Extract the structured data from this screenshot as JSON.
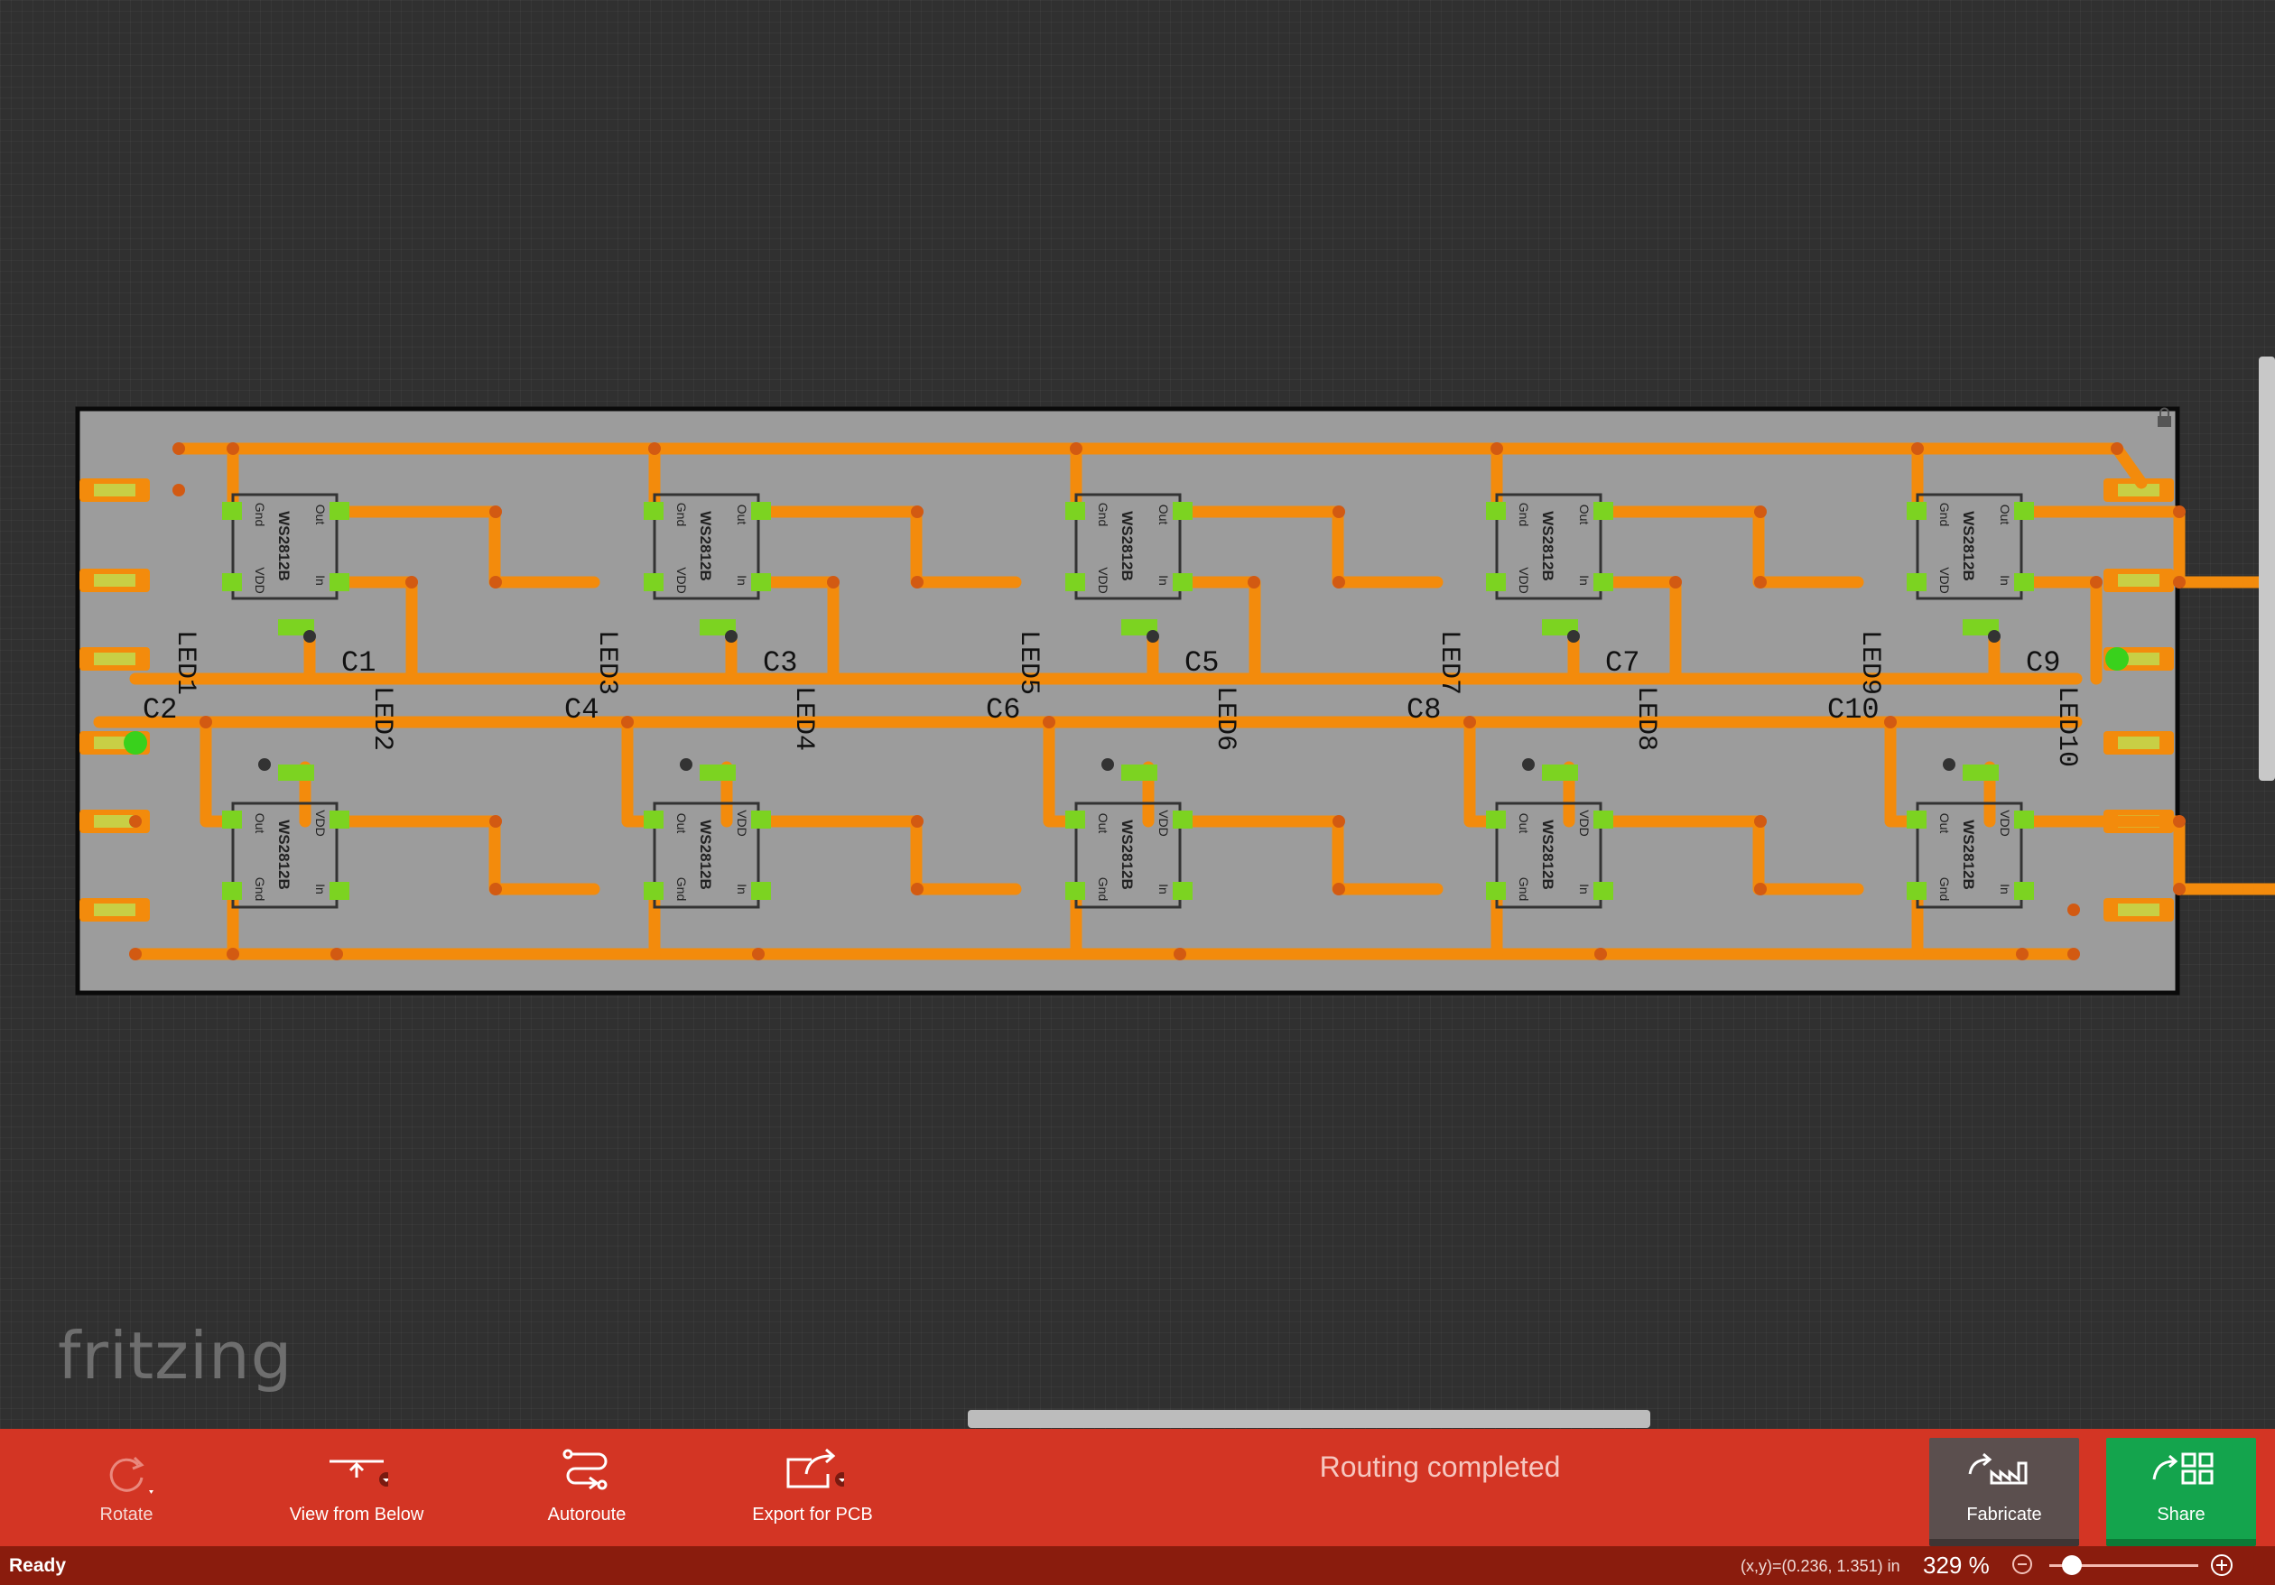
{
  "app": {
    "logo": "fritzing"
  },
  "pcb": {
    "board_color": "#9c9c9c",
    "trace_color": "#f38b0c",
    "pad_color": "#7cd321",
    "leds": [
      {
        "part": "WS2812B",
        "pin_top_left": "Out",
        "pin_top_right": "In",
        "pin_bottom_left": "Gnd",
        "pin_bottom_right": "VDD",
        "label": "LED1",
        "caption": "C1"
      },
      {
        "part": "WS2812B",
        "pin_top_left": "Out",
        "pin_top_right": "In",
        "pin_bottom_left": "Gnd",
        "pin_bottom_right": "VDD",
        "label": "LED3",
        "caption": "C3"
      },
      {
        "part": "WS2812B",
        "pin_top_left": "Out",
        "pin_top_right": "In",
        "pin_bottom_left": "Gnd",
        "pin_bottom_right": "VDD",
        "label": "LED5",
        "caption": "C5"
      },
      {
        "part": "WS2812B",
        "pin_top_left": "Out",
        "pin_top_right": "In",
        "pin_bottom_left": "Gnd",
        "pin_bottom_right": "VDD",
        "label": "LED7",
        "caption": "C7"
      },
      {
        "part": "WS2812B",
        "pin_top_left": "Out",
        "pin_top_right": "In",
        "pin_bottom_left": "Gnd",
        "pin_bottom_right": "VDD",
        "label": "LED9",
        "caption": "C9"
      },
      {
        "part": "WS2812B",
        "pin_top_left": "VDD",
        "pin_top_right": "In",
        "pin_bottom_left": "Out",
        "pin_bottom_right": "Gnd",
        "label": "LED2",
        "caption": "C2"
      },
      {
        "part": "WS2812B",
        "pin_top_left": "VDD",
        "pin_top_right": "In",
        "pin_bottom_left": "Out",
        "pin_bottom_right": "Gnd",
        "label": "LED4",
        "caption": "C4"
      },
      {
        "part": "WS2812B",
        "pin_top_left": "VDD",
        "pin_top_right": "In",
        "pin_bottom_left": "Out",
        "pin_bottom_right": "Gnd",
        "label": "LED6",
        "caption": "C6"
      },
      {
        "part": "WS2812B",
        "pin_top_left": "VDD",
        "pin_top_right": "In",
        "pin_bottom_left": "Out",
        "pin_bottom_right": "Gnd",
        "label": "LED8",
        "caption": "C8"
      },
      {
        "part": "WS2812B",
        "pin_top_left": "VDD",
        "pin_top_right": "In",
        "pin_bottom_left": "Out",
        "pin_bottom_right": "Gnd",
        "label": "LED10",
        "caption": "C10"
      }
    ]
  },
  "toolbar": {
    "rotate": {
      "label": "Rotate",
      "icon": "rotate-icon"
    },
    "view_from_below": {
      "label": "View from Below",
      "icon": "view-from-below-icon"
    },
    "autoroute": {
      "label": "Autoroute",
      "icon": "autoroute-icon"
    },
    "export_pcb": {
      "label": "Export for PCB",
      "icon": "export-icon"
    },
    "status_message": "Routing completed",
    "fabricate": {
      "label": "Fabricate",
      "icon": "factory-icon"
    },
    "share": {
      "label": "Share",
      "icon": "share-grid-icon"
    }
  },
  "statusbar": {
    "state": "Ready",
    "coordinates": "(x,y)=(0.236, 1.351) in",
    "zoom": "329 %"
  }
}
